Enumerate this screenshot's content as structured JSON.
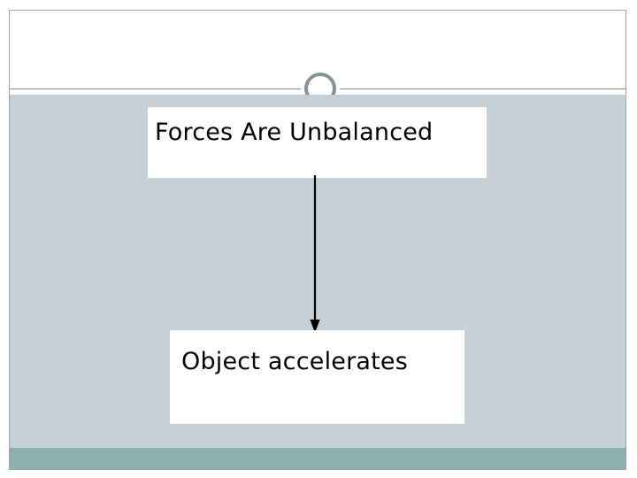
{
  "slide": {
    "title": "",
    "theme": {
      "page_background": "#ffffff",
      "slide_border": "#9aa7ad",
      "title_band": "#ffffff",
      "divider_line": "#7b8d96",
      "ring_accent": "#7d9698",
      "body_panel": "#c5cfd6",
      "bottom_accent_bar": "#8cafb0",
      "box_fill": "#ffffff",
      "text_color": "#000000",
      "connector_color": "#000000"
    }
  },
  "diagram": {
    "type": "flowchart",
    "orientation": "vertical",
    "nodes": [
      {
        "id": "cause",
        "label": "Forces Are Unbalanced"
      },
      {
        "id": "effect",
        "label": "Object accelerates"
      }
    ],
    "edges": [
      {
        "from": "cause",
        "to": "effect",
        "style": "solid",
        "arrowhead": "filled-triangle",
        "label": ""
      }
    ]
  }
}
